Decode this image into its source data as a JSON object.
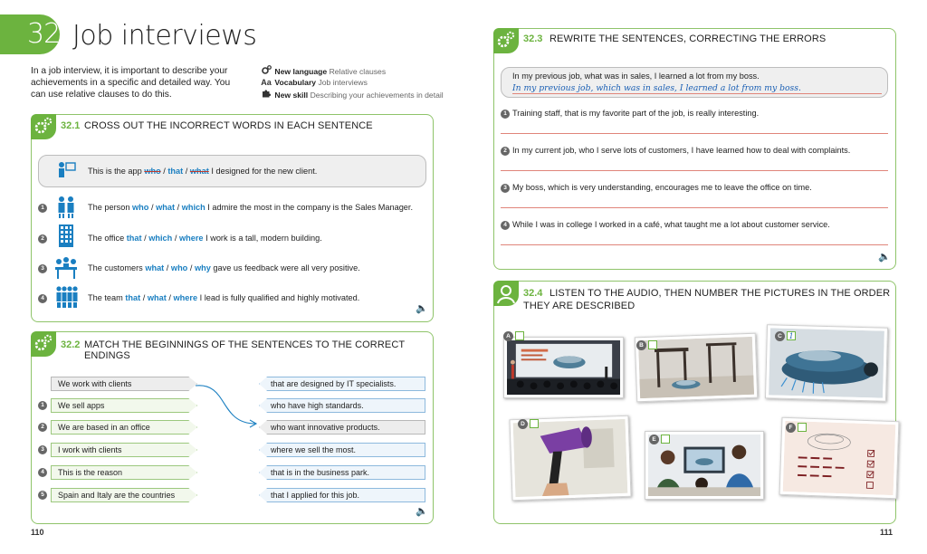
{
  "header": {
    "unit_number": "32",
    "title": "Job interviews",
    "intro": "In a job interview, it is important to describe your achievements in a specific and detailed way. You can use relative clauses to do this."
  },
  "meta": [
    {
      "icon": "gear-cluster-icon",
      "label": "New language",
      "value": "Relative clauses"
    },
    {
      "icon": "aa-icon",
      "glyph": "Aa",
      "label": "Vocabulary",
      "value": "Job interviews"
    },
    {
      "icon": "puzzle-piece-icon",
      "label": "New skill",
      "value": "Describing your achievements in detail"
    }
  ],
  "ex1": {
    "number": "32.1",
    "title": "CROSS OUT THE INCORRECT WORDS IN EACH SENTENCE",
    "example": {
      "pre": "This is the app ",
      "o1": "who",
      "o2": "that",
      "o3": "what",
      "post": " I designed for the new client."
    },
    "items": [
      {
        "n": "1",
        "pre": "The person ",
        "o1": "who",
        "o2": "what",
        "o3": "which",
        "post": " I admire the most in the company is the Sales Manager."
      },
      {
        "n": "2",
        "pre": "The office ",
        "o1": "that",
        "o2": "which",
        "o3": "where",
        "post": " I work is a tall, modern building."
      },
      {
        "n": "3",
        "pre": "The customers ",
        "o1": "what",
        "o2": "who",
        "o3": "why",
        "post": " gave us feedback were all very positive."
      },
      {
        "n": "4",
        "pre": "The team ",
        "o1": "that",
        "o2": "what",
        "o3": "where",
        "post": " I lead is fully qualified and highly motivated."
      }
    ]
  },
  "ex2": {
    "number": "32.2",
    "title": "MATCH THE BEGINNINGS OF THE SENTENCES TO THE CORRECT ENDINGS",
    "left": [
      {
        "n": "",
        "text": "We work with clients"
      },
      {
        "n": "1",
        "text": "We sell apps"
      },
      {
        "n": "2",
        "text": "We are based in an office"
      },
      {
        "n": "3",
        "text": "I work with clients"
      },
      {
        "n": "4",
        "text": "This is the reason"
      },
      {
        "n": "5",
        "text": "Spain and Italy are the countries"
      }
    ],
    "right": [
      "that are designed by IT specialists.",
      "who have high standards.",
      "who want innovative products.",
      "where we sell the most.",
      "that is in the business park.",
      "that I applied for this job."
    ]
  },
  "ex3": {
    "number": "32.3",
    "title": "REWRITE THE SENTENCES, CORRECTING THE ERRORS",
    "example": {
      "sentence": "In my previous job, what was in sales, I learned a lot from my boss.",
      "answer": "In my previous job, which was in sales, I learned a lot from my boss."
    },
    "items": [
      {
        "n": "1",
        "text": "Training staff, that is my favorite part of the job, is really interesting."
      },
      {
        "n": "2",
        "text": "In my current job, who I serve lots of customers, I have learned how to deal with complaints."
      },
      {
        "n": "3",
        "text": "My boss, which is very understanding, encourages me to leave the office on time."
      },
      {
        "n": "4",
        "text": "While I was in college I worked in a café, what taught me a lot about customer service."
      }
    ]
  },
  "ex4": {
    "number": "32.4",
    "title_line1": "LISTEN TO THE AUDIO, THEN NUMBER THE PICTURES IN THE ORDER",
    "title_line2": "THEY ARE DESCRIBED",
    "pictures": [
      {
        "label": "A",
        "answer": ""
      },
      {
        "label": "B",
        "answer": ""
      },
      {
        "label": "C",
        "answer": "1"
      },
      {
        "label": "D",
        "answer": ""
      },
      {
        "label": "E",
        "answer": ""
      },
      {
        "label": "F",
        "answer": ""
      }
    ]
  },
  "footer": {
    "left_page": "110",
    "right_page": "111"
  },
  "colors": {
    "green": "#6cb33f",
    "blue": "#1a7fc1",
    "red_line": "#e0857a"
  }
}
